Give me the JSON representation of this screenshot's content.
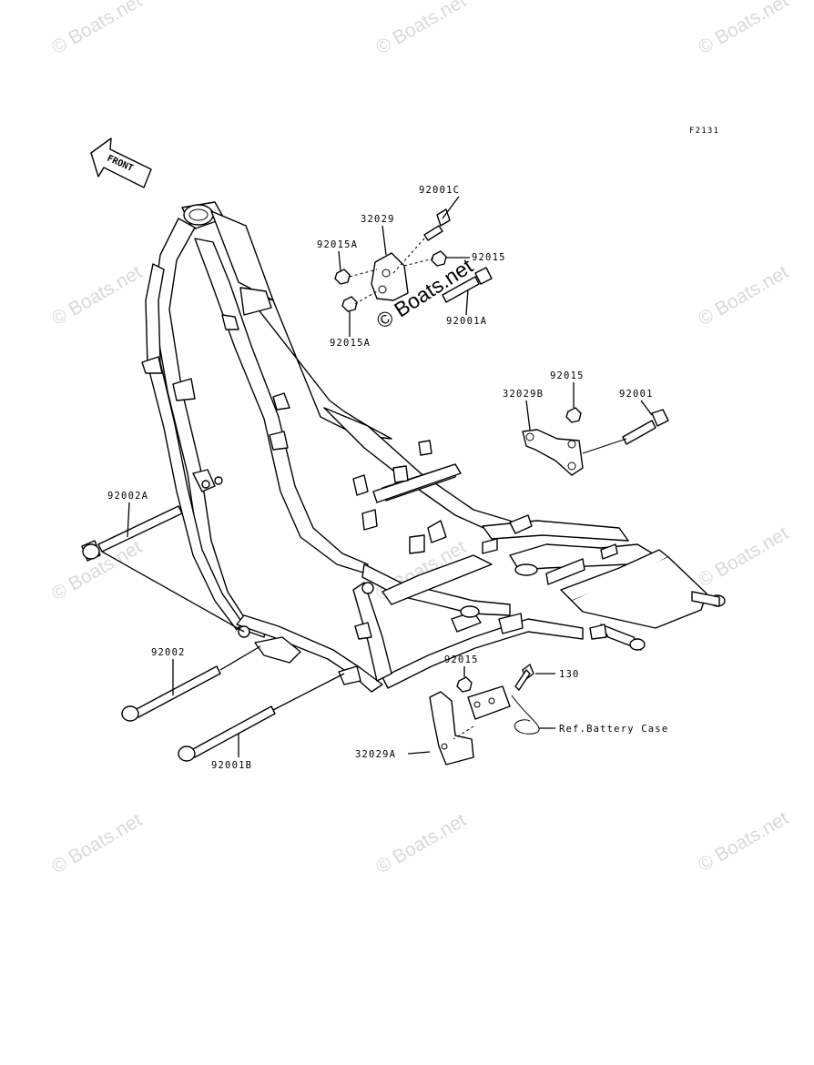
{
  "figure_code": "F2131",
  "front_label": "FRONT",
  "watermark_text": "© Boats.net",
  "parts": {
    "p92001C": "92001C",
    "p32029": "32029",
    "p92015A_top": "92015A",
    "p92015_top": "92015",
    "p92001A": "92001A",
    "p92015A_bot": "92015A",
    "p92015_mid": "92015",
    "p32029B": "32029B",
    "p92001": "92001",
    "p92002A": "92002A",
    "p92002": "92002",
    "p92001B": "92001B",
    "p92015_low": "92015",
    "p130": "130",
    "ref_battery": "Ref.Battery Case",
    "p32029A": "32029A"
  }
}
